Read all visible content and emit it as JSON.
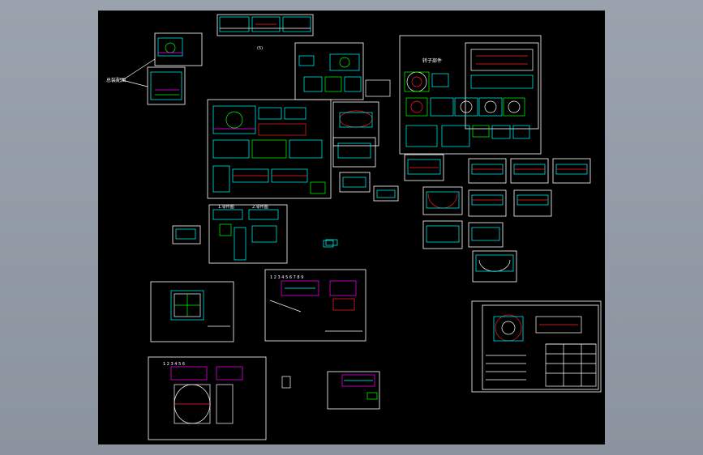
{
  "viewer": {
    "background_color": "#9aa3ad",
    "canvas_color": "#000000"
  },
  "palette": {
    "frame": "#ffffff",
    "cyan": "#00ffff",
    "green": "#00ff00",
    "red": "#ff2020",
    "magenta": "#ff00ff",
    "yellow": "#ffff00"
  },
  "labels": {
    "overview_callout": "总装配图",
    "rotor_group": "转子部件",
    "sheet_a": "1.零件图",
    "sheet_b": "2.零件图",
    "parts_list_a": "1 2 3 4 5 6 7 8 9",
    "parts_list_b": "1 2 3 4 5 6",
    "small_mark": "(5)"
  }
}
